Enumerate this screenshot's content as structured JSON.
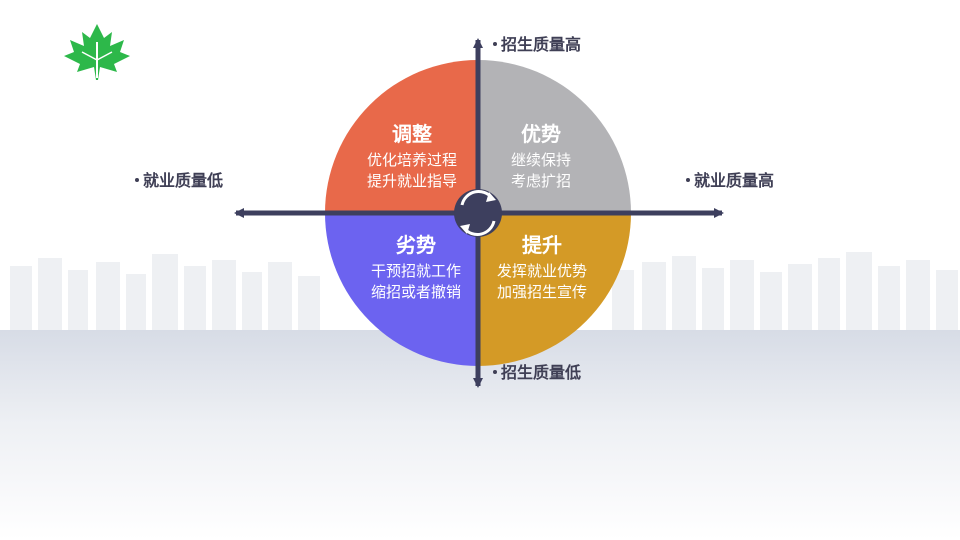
{
  "axes": {
    "top": "招生质量高",
    "bottom": "招生质量低",
    "left": "就业质量低",
    "right": "就业质量高"
  },
  "quadrants": {
    "top_left": {
      "title": "调整",
      "lines": [
        "优化培养过程",
        "提升就业指导"
      ],
      "color": "#E8694A"
    },
    "top_right": {
      "title": "优势",
      "lines": [
        "继续保持",
        "考虑扩招"
      ],
      "color": "#B3B3B6"
    },
    "bottom_left": {
      "title": "劣势",
      "lines": [
        "干预招就工作",
        "缩招或者撤销"
      ],
      "color": "#6C63F0"
    },
    "bottom_right": {
      "title": "提升",
      "lines": [
        "发挥就业优势",
        "加强招生宣传"
      ],
      "color": "#D49A26"
    }
  },
  "colors": {
    "axis": "#3D3F5E",
    "logo": "#2DB84A"
  },
  "icons": {
    "logo": "maple-leaf-icon",
    "center": "cycle-arrows-icon"
  }
}
